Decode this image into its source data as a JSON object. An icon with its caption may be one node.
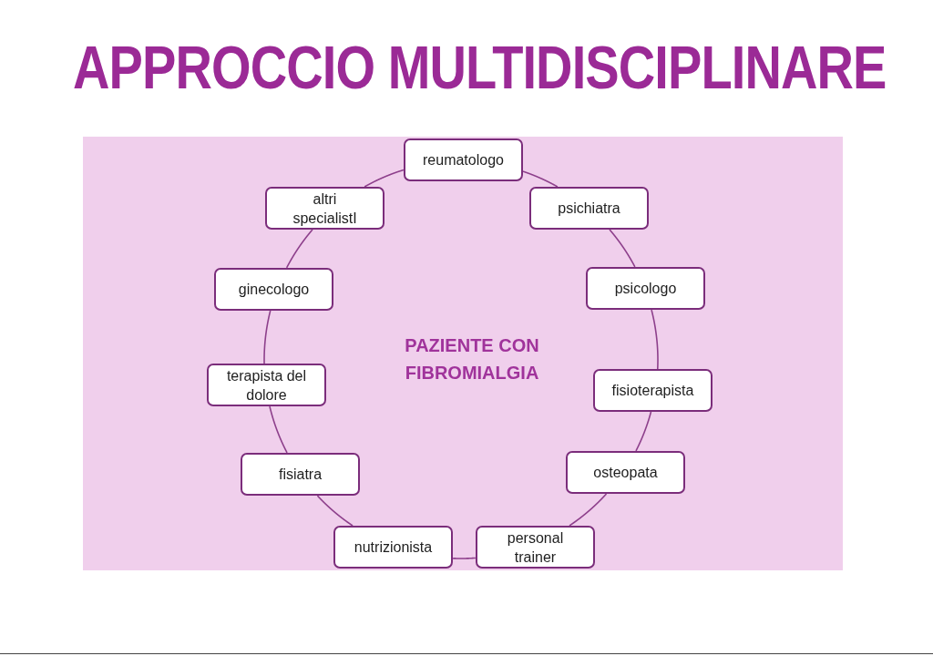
{
  "diagram": {
    "title": "APPROCCIO MULTIDISCIPLINARE",
    "nodes": [
      {
        "text": [
          "PAZIENTE CON FIBROMIALGIA"
        ]
      },
      {
        "text": [
          "reumatologo"
        ],
        "in": 0
      },
      {
        "text": [
          "psichiatra"
        ],
        "in": 0
      },
      {
        "text": [
          "psicologo"
        ],
        "in": 0
      },
      {
        "text": [
          "fisioterapista"
        ],
        "in": 0
      },
      {
        "text": [
          "osteopata"
        ],
        "in": 0
      },
      {
        "text": [
          "personal trainer"
        ],
        "in": 0
      },
      {
        "text": [
          "nutrizionista"
        ],
        "in": 0
      },
      {
        "text": [
          "fisiatra"
        ],
        "in": 0
      },
      {
        "text": [
          "terapista del dolore"
        ],
        "in": 0
      },
      {
        "text": [
          "ginecologo"
        ],
        "in": 0
      },
      {
        "text": [
          "altri specialistI"
        ],
        "in": 0
      }
    ],
    "edges": [
      {
        "from": 1,
        "to": 2,
        "arrow": "none"
      },
      {
        "from": 2,
        "to": 3,
        "arrow": "none"
      },
      {
        "from": 3,
        "to": 4,
        "arrow": "none"
      },
      {
        "from": 4,
        "to": 5,
        "arrow": "none"
      },
      {
        "from": 5,
        "to": 6,
        "arrow": "none"
      },
      {
        "from": 6,
        "to": 7,
        "arrow": "none"
      },
      {
        "from": 7,
        "to": 8,
        "arrow": "none"
      },
      {
        "from": 8,
        "to": 9,
        "arrow": "none"
      },
      {
        "from": 9,
        "to": 10,
        "arrow": "none"
      },
      {
        "from": 10,
        "to": 11,
        "arrow": "none"
      },
      {
        "from": 11,
        "to": 1,
        "arrow": "none"
      }
    ]
  }
}
